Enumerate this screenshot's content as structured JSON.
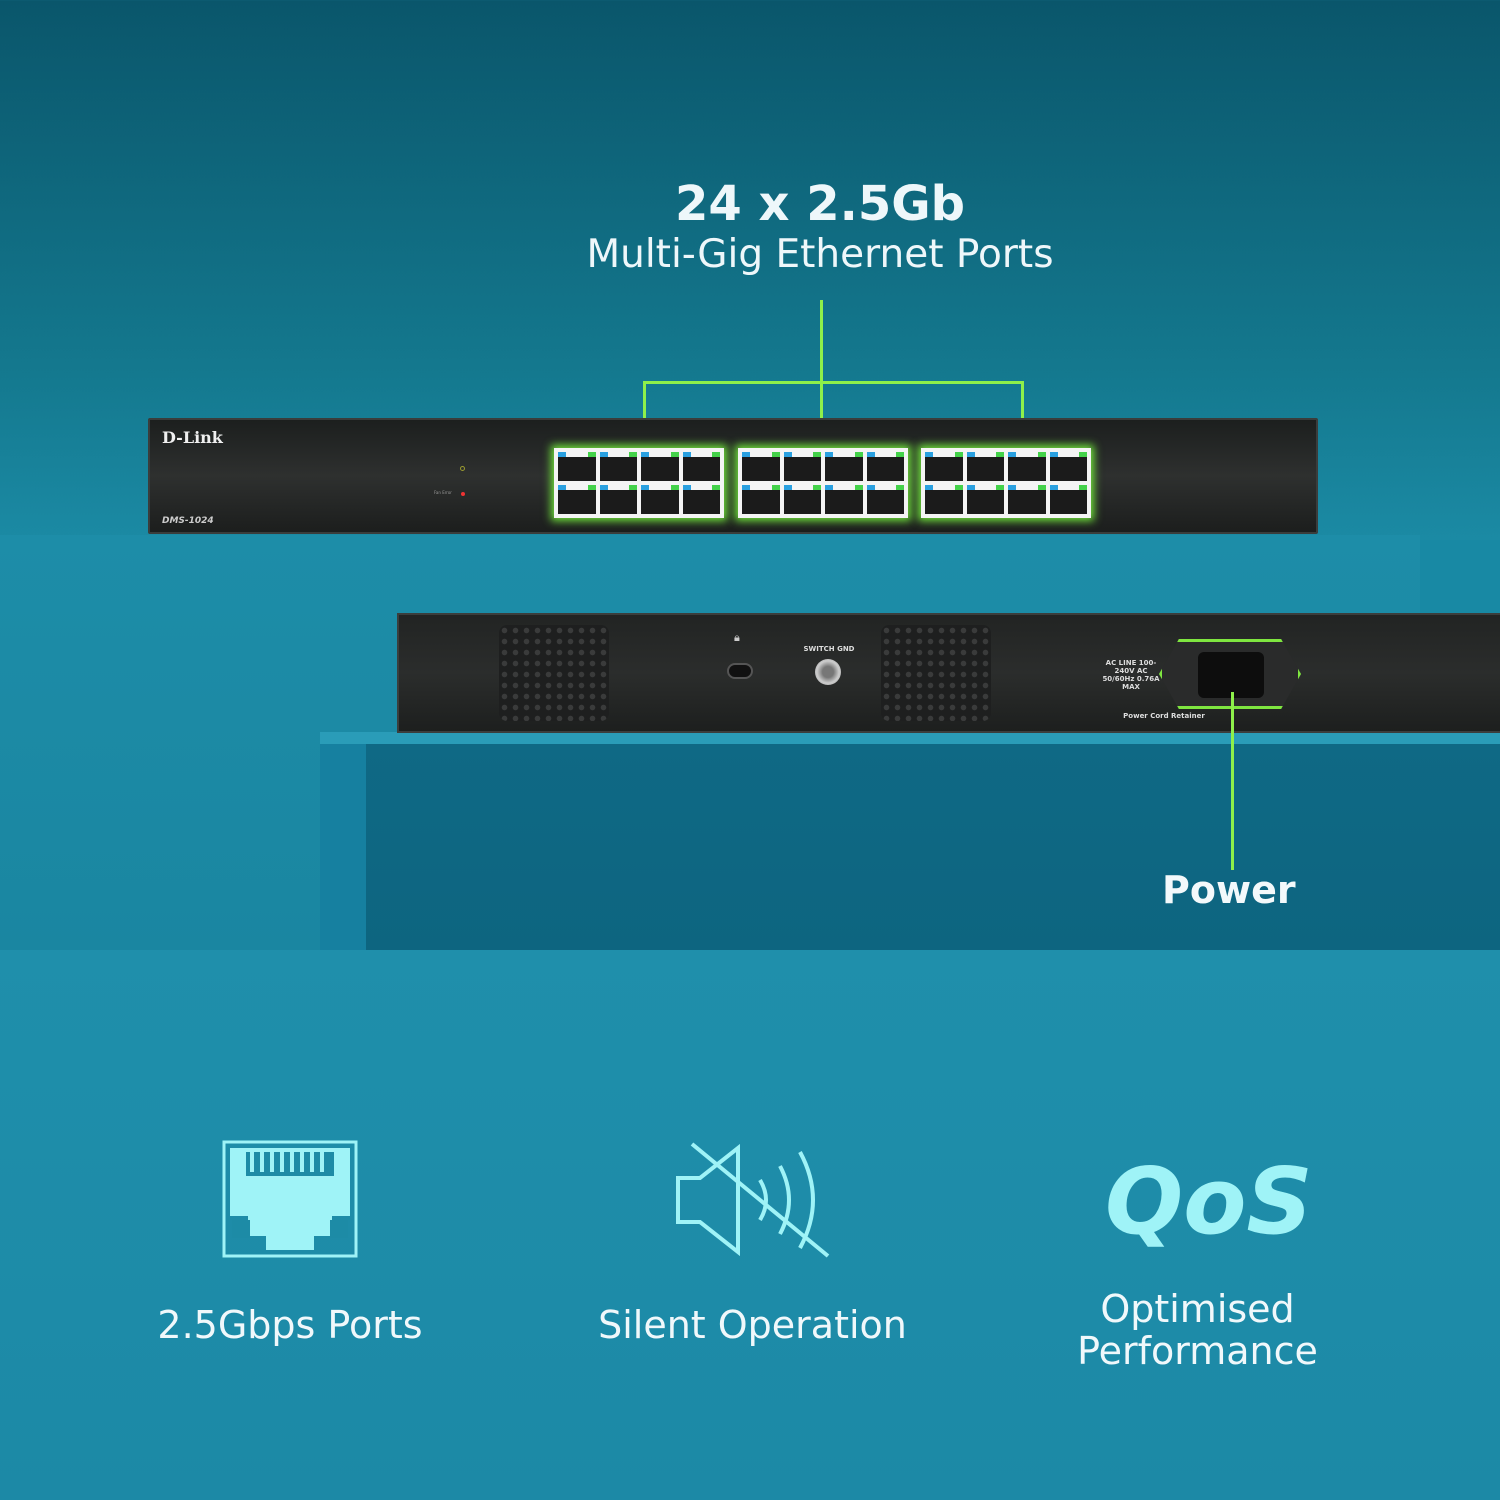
{
  "headline": {
    "title": "24 x 2.5Gb",
    "subtitle": "Multi-Gig Ethernet Ports"
  },
  "front_panel": {
    "brand": "D-Link",
    "model": "DMS-1024",
    "fan_label": "Fan Error",
    "port_count": 24
  },
  "rear_panel": {
    "ground_label": "SWITCH GND",
    "ac_label": "AC LINE 100-240V AC 50/60Hz 0.76A MAX",
    "retainer_label": "Power Cord Retainer"
  },
  "callouts": {
    "power": "Power"
  },
  "features": [
    {
      "icon": "ethernet-port-icon",
      "label": "2.5Gbps Ports"
    },
    {
      "icon": "speaker-muted-icon",
      "label": "Silent Operation"
    },
    {
      "icon": "qos-text-icon",
      "icon_text": "QoS",
      "label": "Optimised Performance"
    }
  ],
  "colors": {
    "accent_line": "#8ef04a",
    "icon": "#9ff3f7",
    "background": "#1b8aa4"
  }
}
